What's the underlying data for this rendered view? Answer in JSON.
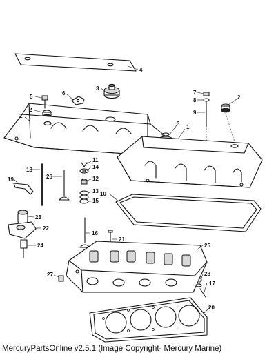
{
  "footer": {
    "text": "MercuryPartsOnline v2.5.1 (Image Copyright- Mercury Marine)"
  },
  "callouts": {
    "c1a": "1",
    "c1b": "1",
    "c2a": "2",
    "c2b": "2",
    "c3a": "3",
    "c3b": "3",
    "c4": "4",
    "c5": "5",
    "c6": "6",
    "c7": "7",
    "c8": "8",
    "c9": "9",
    "c10": "10",
    "c11": "11",
    "c12": "12",
    "c13": "13",
    "c14": "14",
    "c15": "15",
    "c16": "16",
    "c17": "17",
    "c18": "18",
    "c19": "19",
    "c20": "20",
    "c21": "21",
    "c22": "22",
    "c23": "23",
    "c24": "24",
    "c25": "25",
    "c26": "26",
    "c27": "27",
    "c28": "28"
  }
}
